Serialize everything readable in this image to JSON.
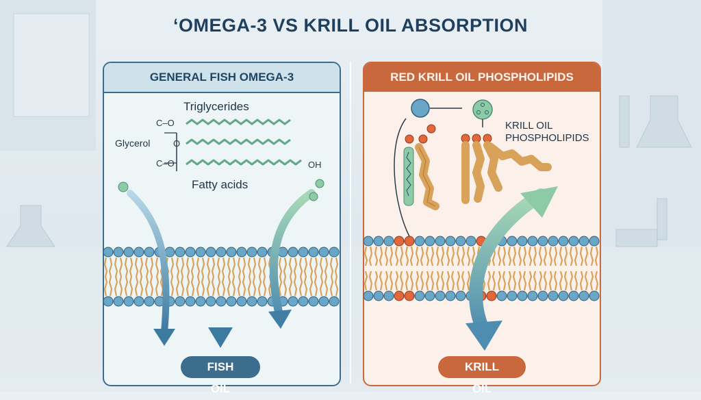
{
  "title": "‘OMEGA-3 VS KRILL OIL ABSORPTION",
  "left_panel": {
    "header": "GENERAL FISH OMEGA-3",
    "triglycerides_label": "Triglycerides",
    "glycerol_label": "Glycerol",
    "bond_labels": [
      "C–O",
      "O",
      "C–O"
    ],
    "oh_label": "OH",
    "fatty_acids_label": "Fatty acids",
    "footer": "FISH OIL",
    "color": "#3c6d8e"
  },
  "right_panel": {
    "header": "RED KRILL OIL PHOSPHOLIPIDS",
    "molecule_label_line1": "KRILL OIL",
    "molecule_label_line2": "PHOSPHOLIPIDS",
    "footer": "KRILL OIL",
    "color": "#c9683d"
  },
  "colors": {
    "membrane_head": "#6aa7c7",
    "membrane_tail": "#d9a25a",
    "krill_head": "#e2673b",
    "fish_molecule": "#5fa88a"
  }
}
